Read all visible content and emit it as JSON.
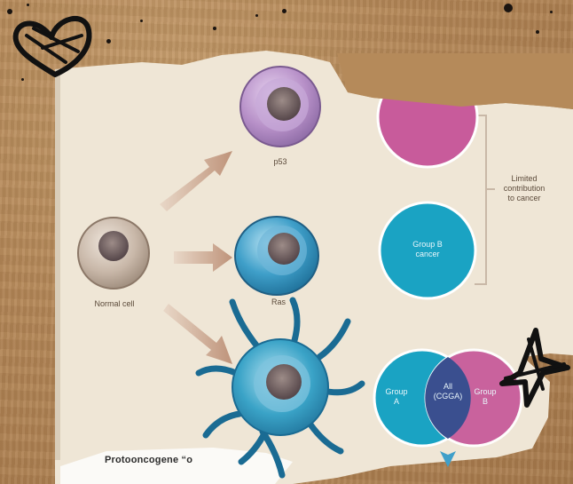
{
  "diagram": {
    "labels": {
      "normal_cell": "Normal cell",
      "p53": "p53",
      "ras": "Ras",
      "limited_line1": "Limited",
      "limited_line2": "contribution",
      "limited_line3": "to cancer",
      "group_b_line1": "Group B",
      "group_b_line2": "cancer",
      "group_a_line1": "Group",
      "group_a_line2": "A",
      "all_line1": "All",
      "all_line2": "(CGGA)",
      "venn_b_line1": "Group",
      "venn_b_line2": "B"
    },
    "bottom_text": "Protooncogene “o",
    "colors": {
      "p53_cell": "#b790c8",
      "ras_cell": "#3f9fc9",
      "spiky_cell": "#3aa3c7",
      "normal_cell": "#c8b7a8",
      "magenta_circle": "#c85b9b",
      "teal_circle": "#1aa3c3",
      "arrow": "#c9a088",
      "paper": "#efe6d6",
      "cardboard": "#b58a5a"
    }
  },
  "doodles": [
    "heart-doodle",
    "star-doodle"
  ]
}
